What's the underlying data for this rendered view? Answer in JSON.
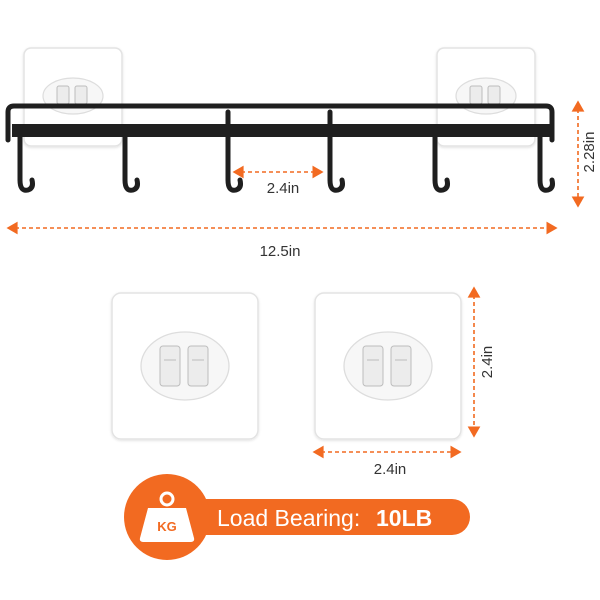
{
  "dimensions": {
    "hook_spacing": "2.4in",
    "rack_length": "12.5in",
    "rack_height": "2.28in",
    "pad_height": "2.4in",
    "pad_width": "2.4in"
  },
  "badge": {
    "icon_label": "KG",
    "label": "Load Bearing:",
    "value": "10LB"
  },
  "colors": {
    "accent": "#f26a21",
    "rack": "#1f1f1f",
    "pad_edge": "#e3e3e3",
    "badge_icon_bg": "#ffffff"
  },
  "icons": {
    "weight": "weight-kg-icon"
  }
}
